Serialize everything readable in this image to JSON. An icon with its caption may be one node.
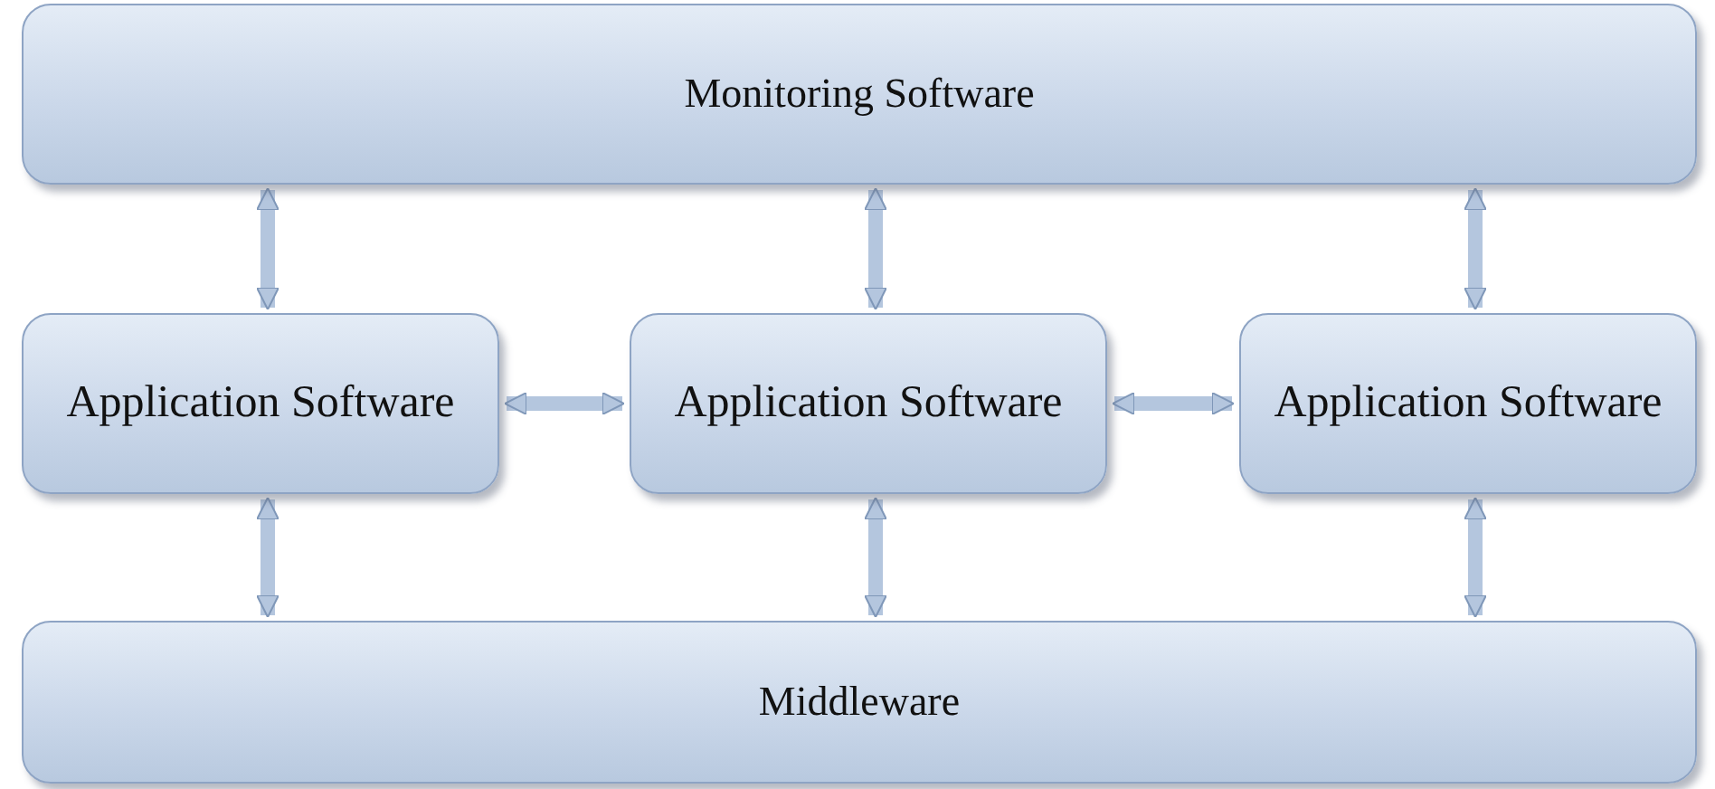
{
  "diagram": {
    "nodes": [
      {
        "text": [
          "Monitoring Software"
        ]
      },
      {
        "text": [
          "Application Software"
        ]
      },
      {
        "text": [
          "Application Software"
        ]
      },
      {
        "text": [
          "Application Software"
        ]
      },
      {
        "text": [
          "Middleware"
        ]
      }
    ],
    "edges": [
      {
        "from": 0,
        "to": 1,
        "arrow": "both"
      },
      {
        "from": 0,
        "to": 2,
        "arrow": "both"
      },
      {
        "from": 0,
        "to": 3,
        "arrow": "both"
      },
      {
        "from": 1,
        "to": 2,
        "arrow": "both"
      },
      {
        "from": 2,
        "to": 3,
        "arrow": "both"
      },
      {
        "from": 1,
        "to": 4,
        "arrow": "both"
      },
      {
        "from": 2,
        "to": 4,
        "arrow": "both"
      },
      {
        "from": 3,
        "to": 4,
        "arrow": "both"
      }
    ]
  }
}
